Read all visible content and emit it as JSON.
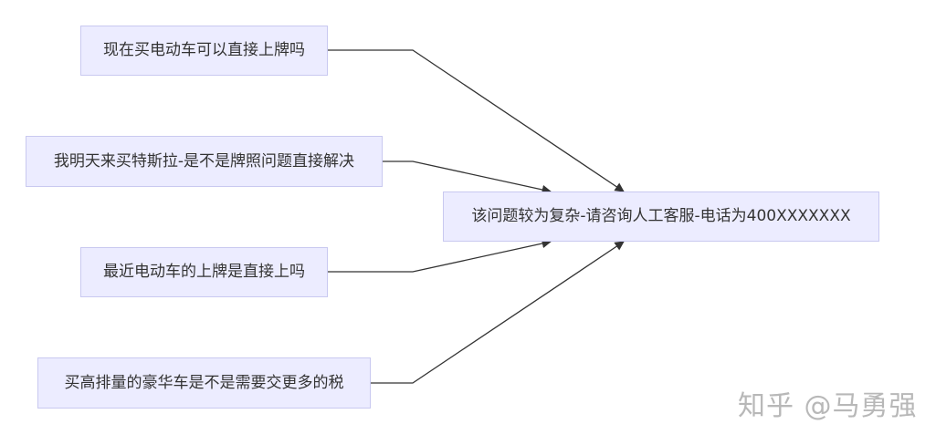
{
  "nodes": {
    "q1": "现在买电动车可以直接上牌吗",
    "q2": "我明天来买特斯拉-是不是牌照问题直接解决",
    "q3": "最近电动车的上牌是直接上吗",
    "q4": "买高排量的豪华车是不是需要交更多的税",
    "answer": "该问题较为复杂-请咨询人工客服-电话为400XXXXXXX"
  },
  "colors": {
    "node_fill": "#ececff",
    "node_border": "#c9c9f0",
    "edge": "#333333"
  },
  "watermark": "知乎 @马勇强"
}
